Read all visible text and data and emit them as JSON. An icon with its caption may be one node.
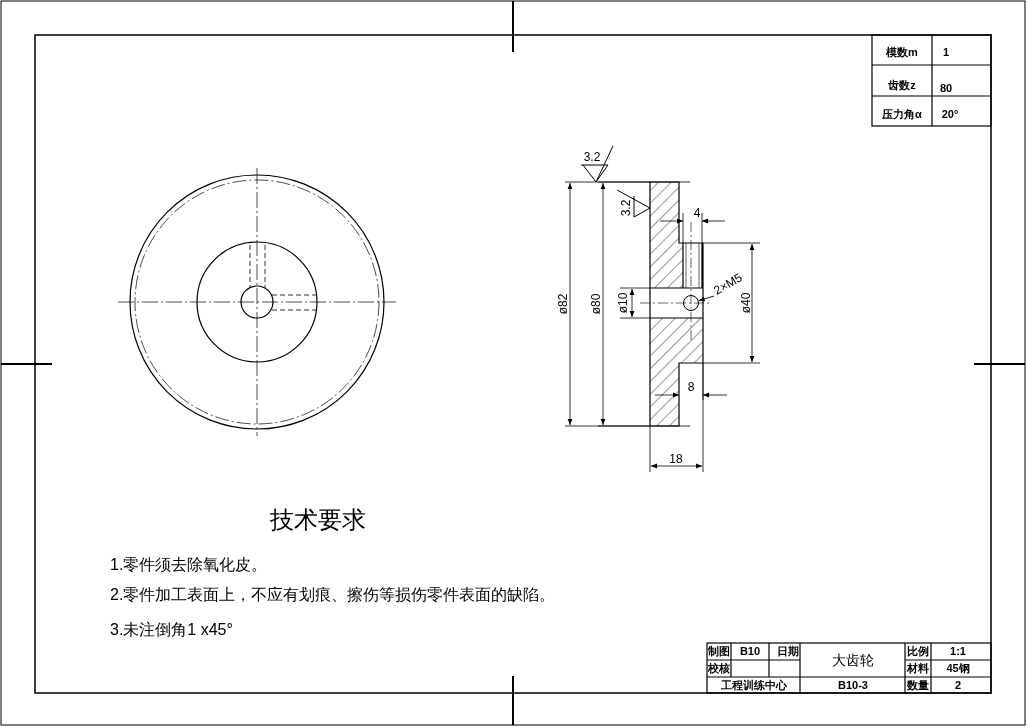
{
  "diagram": {
    "nodes": [
      {
        "text": [
          "2×M5"
        ]
      },
      {
        "text": [],
        "shape": "circle"
      }
    ],
    "edges": [
      {
        "from": 0,
        "to": 1,
        "arrow": "to"
      }
    ],
    "labels": [
      "模数m",
      "1",
      "齿数z",
      "80",
      "压力角α",
      "20°",
      "3.2",
      "3.2",
      "4",
      "ø82",
      "ø80",
      "ø10",
      "ø40",
      "8",
      "18",
      "技术要求",
      "1.零件须去除氧化皮。",
      "2.零件加工表面上，不应有划痕、擦伤等损伤零件表面的缺陷。",
      "3.未注倒角1 x45°",
      "制图",
      "B10",
      "日期",
      "大齿轮",
      "比例",
      "1:1",
      "校核",
      "材料",
      "45钢",
      "工程训练中心",
      "B10-3",
      "数量",
      "2"
    ]
  }
}
